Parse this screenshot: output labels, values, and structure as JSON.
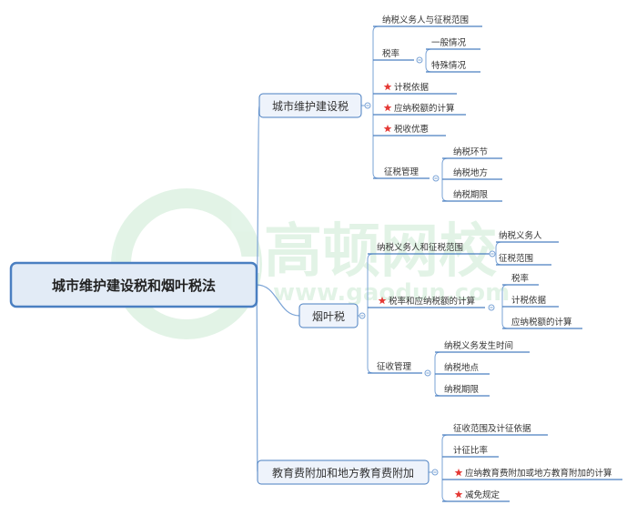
{
  "root": {
    "label": "城市维护建设税和烟叶税法"
  },
  "watermark": {
    "brand": "高顿网校",
    "url": "www.gaodun.com"
  },
  "colors": {
    "line": "#7aa3d6",
    "underline": "#4a7fc1",
    "box_border": "#4a7fc1",
    "box_fill": "#eef3fb",
    "root_fill": "#e2ebf6",
    "star": "#e53935"
  },
  "branches": [
    {
      "label": "城市维护建设税",
      "children": [
        {
          "label": "纳税义务人与征税范围",
          "star": false,
          "children": []
        },
        {
          "label": "税率",
          "star": false,
          "children": [
            "一般情况",
            "特殊情况"
          ]
        },
        {
          "label": "计税依据",
          "star": true,
          "children": []
        },
        {
          "label": "应纳税额的计算",
          "star": true,
          "children": []
        },
        {
          "label": "税收优惠",
          "star": true,
          "children": []
        },
        {
          "label": "征税管理",
          "star": false,
          "children": [
            "纳税环节",
            "纳税地方",
            "纳税期限"
          ]
        }
      ]
    },
    {
      "label": "烟叶税",
      "children": [
        {
          "label": "纳税义务人和征税范围",
          "star": false,
          "children": [
            "纳税义务人",
            "征税范围"
          ]
        },
        {
          "label": "税率和应纳税额的计算",
          "star": true,
          "children": [
            "税率",
            "计税依据",
            "应纳税额的计算"
          ]
        },
        {
          "label": "征收管理",
          "star": false,
          "children": [
            "纳税义务发生时间",
            "纳税地点",
            "纳税期限"
          ]
        }
      ]
    },
    {
      "label": "教育费附加和地方教育费附加",
      "children": [
        {
          "label": "征收范围及计征依据",
          "star": false,
          "children": []
        },
        {
          "label": "计征比率",
          "star": false,
          "children": []
        },
        {
          "label": "应纳教育费附加或地方教育附加的计算",
          "star": true,
          "children": []
        },
        {
          "label": "减免规定",
          "star": true,
          "children": []
        }
      ]
    }
  ]
}
